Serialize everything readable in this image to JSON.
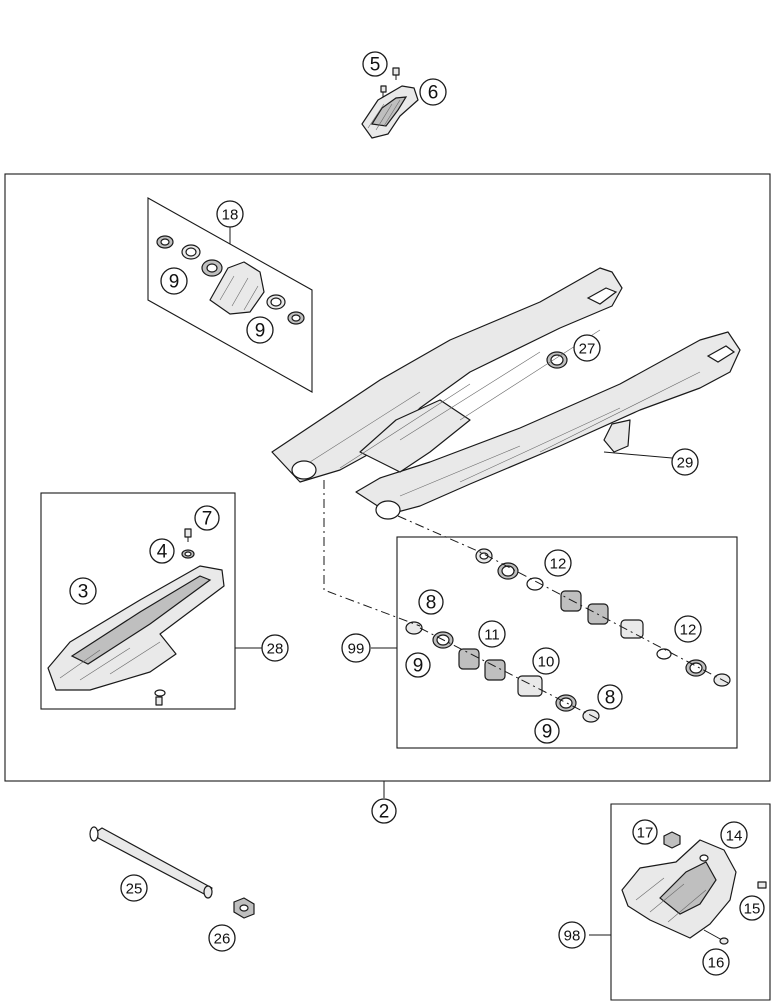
{
  "callouts": [
    {
      "id": "5",
      "label": "5"
    },
    {
      "id": "6",
      "label": "6"
    },
    {
      "id": "18",
      "label": "18"
    },
    {
      "id": "9a",
      "label": "9"
    },
    {
      "id": "9b",
      "label": "9"
    },
    {
      "id": "27",
      "label": "27"
    },
    {
      "id": "29",
      "label": "29"
    },
    {
      "id": "7",
      "label": "7"
    },
    {
      "id": "4",
      "label": "4"
    },
    {
      "id": "3",
      "label": "3"
    },
    {
      "id": "28",
      "label": "28"
    },
    {
      "id": "12a",
      "label": "12"
    },
    {
      "id": "8a",
      "label": "8"
    },
    {
      "id": "99",
      "label": "99"
    },
    {
      "id": "11",
      "label": "11"
    },
    {
      "id": "12b",
      "label": "12"
    },
    {
      "id": "9c",
      "label": "9"
    },
    {
      "id": "10",
      "label": "10"
    },
    {
      "id": "8b",
      "label": "8"
    },
    {
      "id": "9d",
      "label": "9"
    },
    {
      "id": "2",
      "label": "2"
    },
    {
      "id": "25",
      "label": "25"
    },
    {
      "id": "26",
      "label": "26"
    },
    {
      "id": "17",
      "label": "17"
    },
    {
      "id": "14",
      "label": "14"
    },
    {
      "id": "15",
      "label": "15"
    },
    {
      "id": "98",
      "label": "98"
    },
    {
      "id": "16",
      "label": "16"
    }
  ]
}
